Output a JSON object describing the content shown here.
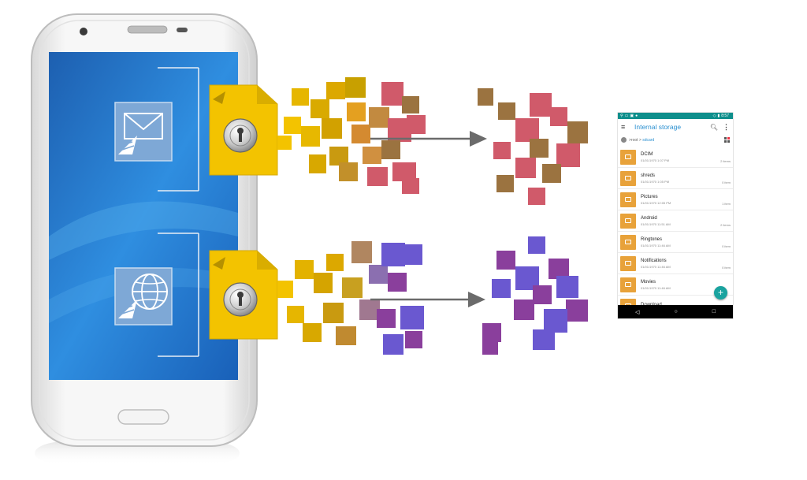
{
  "illustration": {
    "icons": [
      "email-icon",
      "globe-icon",
      "lock-icon",
      "arrow-right-icon"
    ],
    "colors": {
      "phone_screen": "#1b6fc2",
      "lock_file": "#f3c300",
      "shred_red": "#d05a6a",
      "shred_brown": "#9b7340",
      "shred_blue": "#6a58d0",
      "shred_purple": "#8a3f9c",
      "arrow": "#6b6b6b"
    }
  },
  "android": {
    "colors": {
      "status_bar": "#0e8f8c",
      "accent": "#2a8fd0",
      "folder": "#e8a23a",
      "fab": "#1aa39f"
    },
    "status_time": "8:57",
    "title": "Internal storage",
    "breadcrumb": {
      "root": "root",
      "current": "sdcard"
    },
    "files": [
      {
        "name": "DCIM",
        "date": "01/01/1970 1:07 PM",
        "count": "2 items"
      },
      {
        "name": "shreds",
        "date": "01/01/1970 1:05 PM",
        "count": "0 item"
      },
      {
        "name": "Pictures",
        "date": "01/01/1970 12:05 PM",
        "count": "1 item"
      },
      {
        "name": "Android",
        "date": "01/01/1970 11:51 AM",
        "count": "2 items"
      },
      {
        "name": "Ringtones",
        "date": "01/01/1970 11:46 AM",
        "count": "0 item"
      },
      {
        "name": "Notifications",
        "date": "01/01/1970 11:46 AM",
        "count": "0 item"
      },
      {
        "name": "Movies",
        "date": "01/01/1970 11:46 AM",
        "count": ""
      },
      {
        "name": "Download",
        "date": "",
        "count": ""
      }
    ],
    "fab_symbol": "+",
    "nav": {
      "back": "◁",
      "home": "○",
      "recents": "□"
    }
  }
}
